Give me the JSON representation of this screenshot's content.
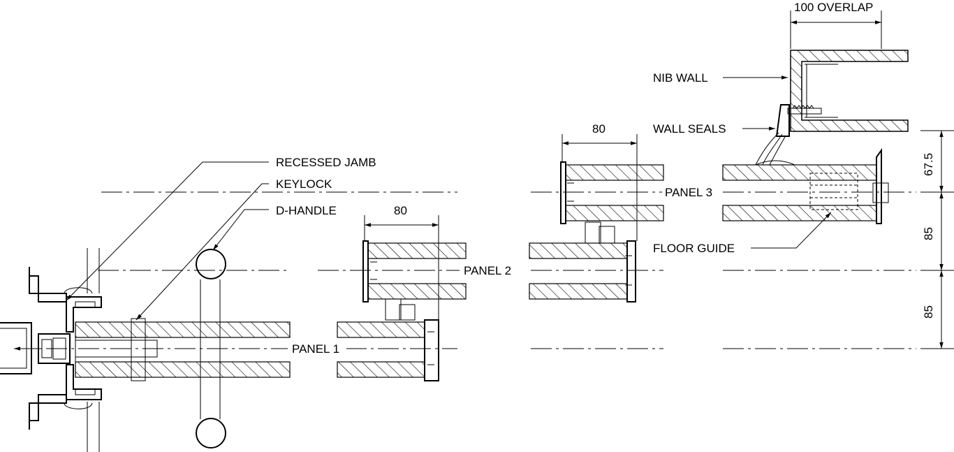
{
  "labels": {
    "recessed_jamb": "RECESSED JAMB",
    "keylock": "KEYLOCK",
    "d_handle": "D-HANDLE",
    "nib_wall": "NIB WALL",
    "wall_seals": "WALL SEALS",
    "floor_guide": "FLOOR GUIDE",
    "panel_1": "PANEL 1",
    "panel_2": "PANEL 2",
    "panel_3": "PANEL 3"
  },
  "dimensions": {
    "overlap": "100 OVERLAP",
    "panel2_width": "80",
    "panel3_width": "80",
    "dim_67_5": "67.5",
    "dim_85_upper": "85",
    "dim_85_lower": "85"
  }
}
